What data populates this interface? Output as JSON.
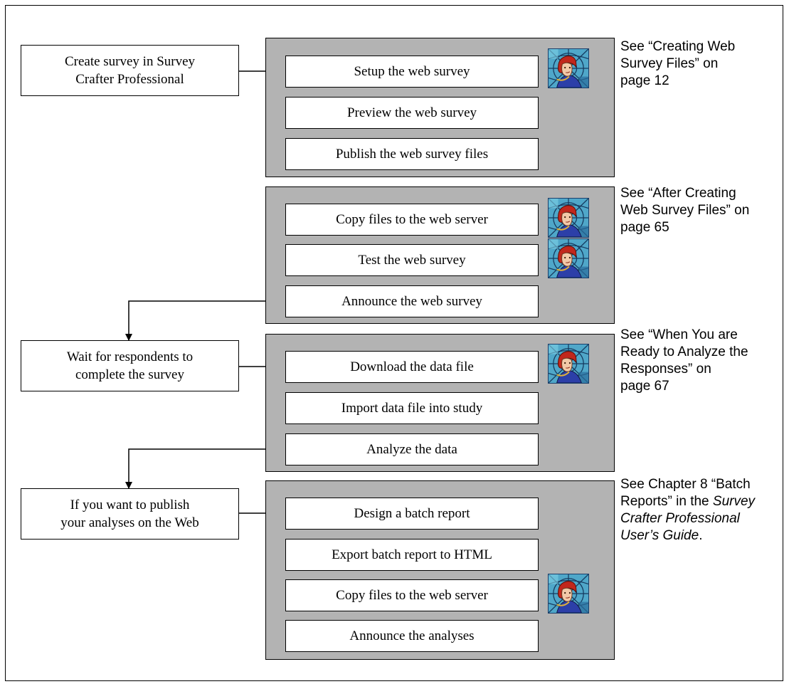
{
  "left_boxes": [
    {
      "line1": "Create survey in Survey",
      "line2": "Crafter Professional"
    },
    {
      "line1": "Wait for respondents to",
      "line2": "complete the survey"
    },
    {
      "line1": "If you want to publish",
      "line2": "your analyses on the Web"
    }
  ],
  "groups": [
    {
      "steps": [
        "Setup the web survey",
        "Preview the web survey",
        "Publish the web survey files"
      ]
    },
    {
      "steps": [
        "Copy files to the web server",
        "Test the web survey",
        "Announce the web survey"
      ]
    },
    {
      "steps": [
        "Download the data file",
        "Import data file into study",
        "Analyze the data"
      ]
    },
    {
      "steps": [
        "Design a batch report",
        "Export batch report to HTML",
        "Copy files to the web server",
        "Announce the analyses"
      ]
    }
  ],
  "references": [
    {
      "lines": [
        "See “Creating Web",
        "Survey Files” on",
        "page 12"
      ]
    },
    {
      "lines": [
        "See “After Creating",
        "Web Survey Files” on",
        "page 65"
      ]
    },
    {
      "lines": [
        "See “When You are",
        "Ready to Analyze the",
        "Responses” on",
        "page 67"
      ]
    },
    {
      "line1": "See Chapter 8 “Batch",
      "line2_pre": "Reports” in the ",
      "line2_em": "Survey",
      "line3_em": "Crafter Professional",
      "line4_em": "User’s Guide",
      "line4_post": "."
    }
  ],
  "icons": [
    "stained-glass-portrait-icon"
  ],
  "colors": {
    "group_fill": "#b3b3b3",
    "border": "#000000"
  }
}
